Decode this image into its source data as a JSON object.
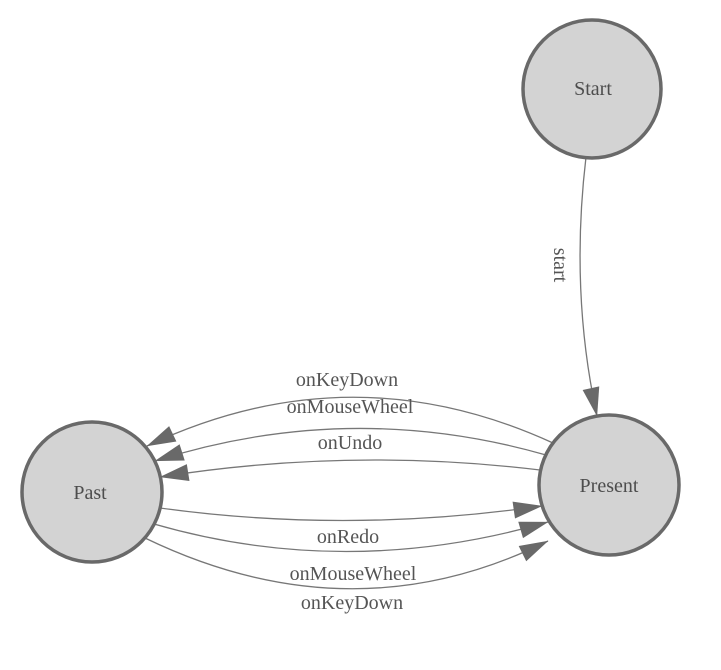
{
  "diagram": {
    "type": "state-machine",
    "style": {
      "background": "#ffffff",
      "node_fill": "#d3d3d3",
      "node_stroke": "#696969",
      "edge_color": "#777777",
      "arrow_color": "#696969",
      "node_text_color": "#4d4d4d",
      "edge_text_color": "#555555"
    },
    "nodes": [
      {
        "id": "start",
        "label": "Start"
      },
      {
        "id": "present",
        "label": "Present"
      },
      {
        "id": "past",
        "label": "Past"
      }
    ],
    "edges": [
      {
        "from": "Start",
        "to": "Present",
        "label": "start"
      },
      {
        "from": "Present",
        "to": "Past",
        "label": "onKeyDown"
      },
      {
        "from": "Present",
        "to": "Past",
        "label": "onMouseWheel"
      },
      {
        "from": "Present",
        "to": "Past",
        "label": "onUndo"
      },
      {
        "from": "Past",
        "to": "Present",
        "label": "onRedo"
      },
      {
        "from": "Past",
        "to": "Present",
        "label": "onMouseWheel"
      },
      {
        "from": "Past",
        "to": "Present",
        "label": "onKeyDown"
      }
    ]
  }
}
